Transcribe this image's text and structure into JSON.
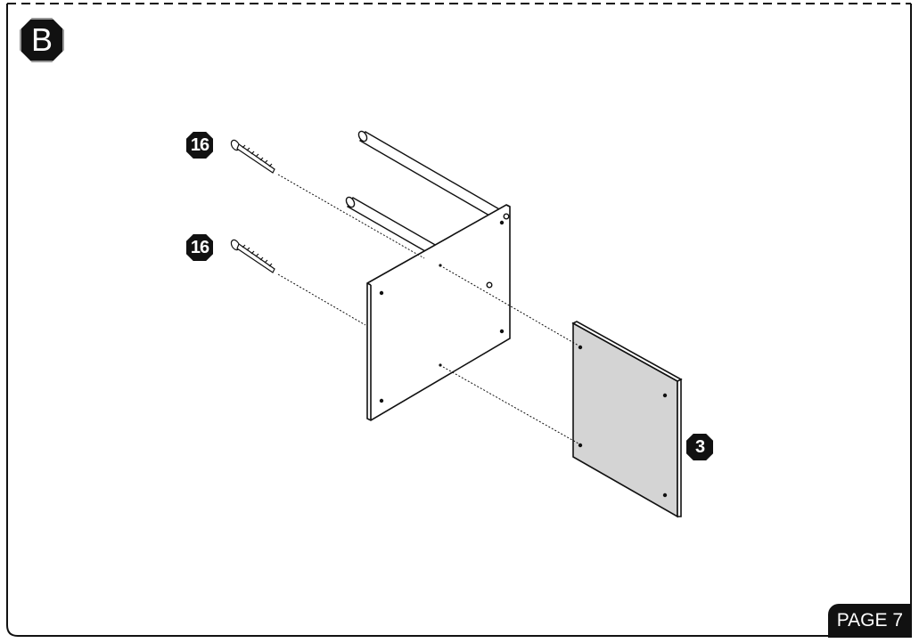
{
  "step": {
    "letter": "B"
  },
  "parts": {
    "screw_top": "16",
    "screw_bottom": "16",
    "panel": "3"
  },
  "footer": {
    "page_label": "PAGE 7"
  },
  "colors": {
    "ink": "#111111",
    "panel_fill": "#d4d4d4",
    "paper": "#ffffff"
  }
}
